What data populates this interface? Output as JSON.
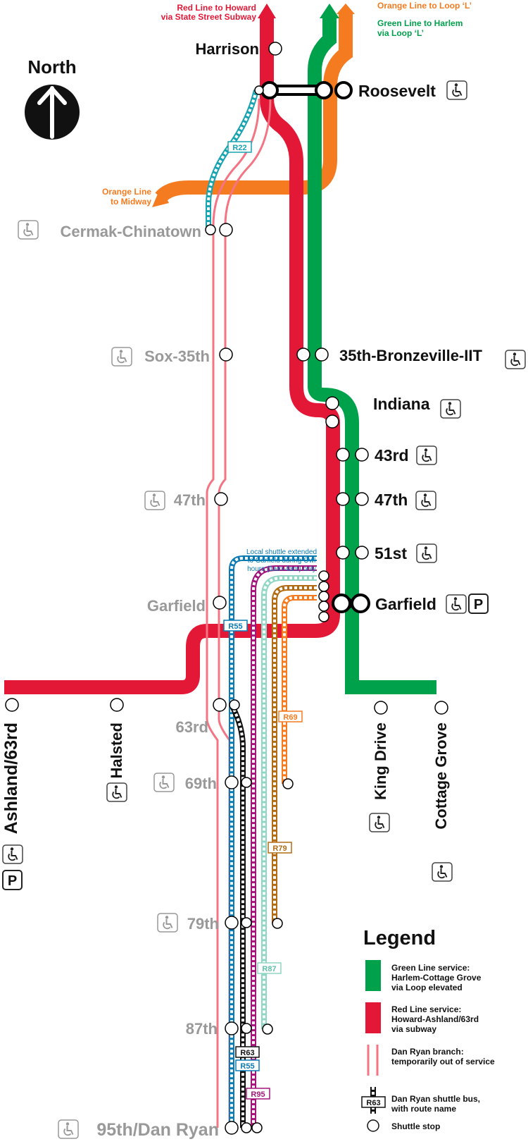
{
  "compass": {
    "label": "North"
  },
  "notes": {
    "red_howard": [
      "Red Line to Howard",
      "via State Street Subway"
    ],
    "orange_loop": "Orange Line to Loop ‘L’",
    "green_harlem": [
      "Green Line to Harlem",
      "via Loop ‘L’"
    ],
    "orange_midway": [
      "Orange Line",
      "to Midway"
    ],
    "shuttle_extended": [
      "Local shuttle extended",
      "to Garfield during Owl",
      "hours (1am-4am) only"
    ]
  },
  "stations": {
    "harrison": "Harrison",
    "roosevelt": "Roosevelt",
    "cermak": "Cermak-Chinatown",
    "sox35": "Sox-35th",
    "bronzeville": "35th-Bronzeville-IIT",
    "indiana": "Indiana",
    "s43": "43rd",
    "s47_green": "47th",
    "s47_ryan": "47th",
    "s51": "51st",
    "garfield_green": "Garfield",
    "garfield_ryan": "Garfield",
    "s63": "63rd",
    "ashland": "Ashland/63rd",
    "halsted": "Halsted",
    "king": "King Drive",
    "cottage": "Cottage Grove",
    "s69": "69th",
    "s79": "79th",
    "s87": "87th",
    "s95": "95th/Dan Ryan"
  },
  "routes": [
    "R22",
    "R55",
    "R69",
    "R79",
    "R87",
    "R63",
    "R95"
  ],
  "legend": {
    "title": "Legend",
    "green": [
      "Green Line service:",
      "Harlem-Cottage Grove",
      "via Loop elevated"
    ],
    "red": [
      "Red Line service:",
      "Howard-Ashland/63rd",
      "via subway"
    ],
    "ryan": [
      "Dan Ryan branch:",
      "temporarily out of service"
    ],
    "shuttle": [
      "Dan Ryan shuttle bus,",
      "with route name"
    ],
    "stop": "Shuttle stop"
  },
  "colors": {
    "red": "#e31837",
    "green": "#00a14b",
    "orange": "#f47b20",
    "pink": "#f47484",
    "teal": "#17a3b0",
    "blue": "#0a7ab5",
    "purple": "#a3157a",
    "brown": "#b36b14",
    "lightgreen": "#8fd6c4",
    "shuttle_black": "#111111",
    "inactive_gray": "#999999"
  },
  "icons": [
    "north-arrow-icon",
    "wheelchair-icon",
    "parking-icon"
  ]
}
